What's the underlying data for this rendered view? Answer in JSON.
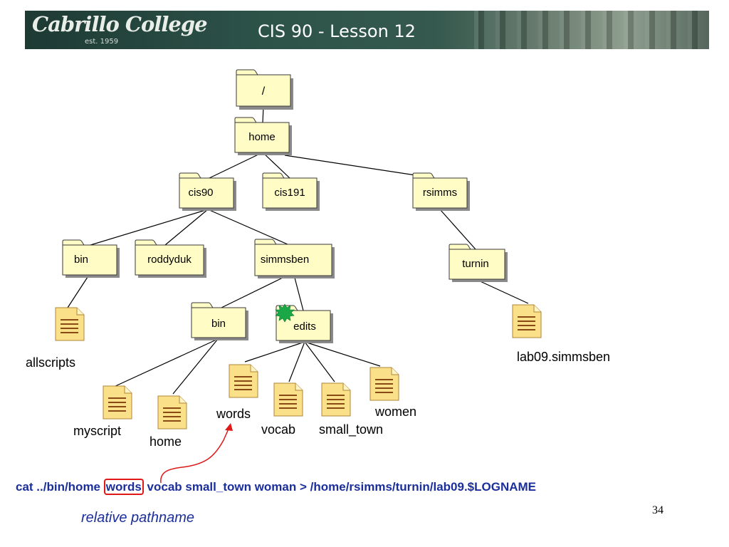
{
  "header": {
    "logo_text": "Cabrillo College",
    "logo_sub": "est. 1959",
    "title": "CIS 90 - Lesson 12"
  },
  "tree": {
    "folders": {
      "root": "/",
      "home": "home",
      "cis90": "cis90",
      "cis191": "cis191",
      "rsimms": "rsimms",
      "bin1": "bin",
      "roddyduk": "roddyduk",
      "simmsben": "simmsben",
      "turnin": "turnin",
      "bin2": "bin",
      "edits": "edits"
    },
    "files": {
      "allscripts": "allscripts",
      "lab09": "lab09.simmsben",
      "myscript": "myscript",
      "home": "home",
      "words": "words",
      "vocab": "vocab",
      "small_town": "small_town",
      "women": "women"
    }
  },
  "command": {
    "before": "cat ../bin/home ",
    "highlight": "words",
    "after": " vocab small_town woman > /home/rsimms/turnin/lab09.$LOGNAME"
  },
  "caption": "relative pathname",
  "page_number": "34",
  "colors": {
    "folder_fill": "#fffcc6",
    "command_text": "#1b2f9c",
    "highlight_box": "#e01818",
    "marker": "#1aa846"
  }
}
